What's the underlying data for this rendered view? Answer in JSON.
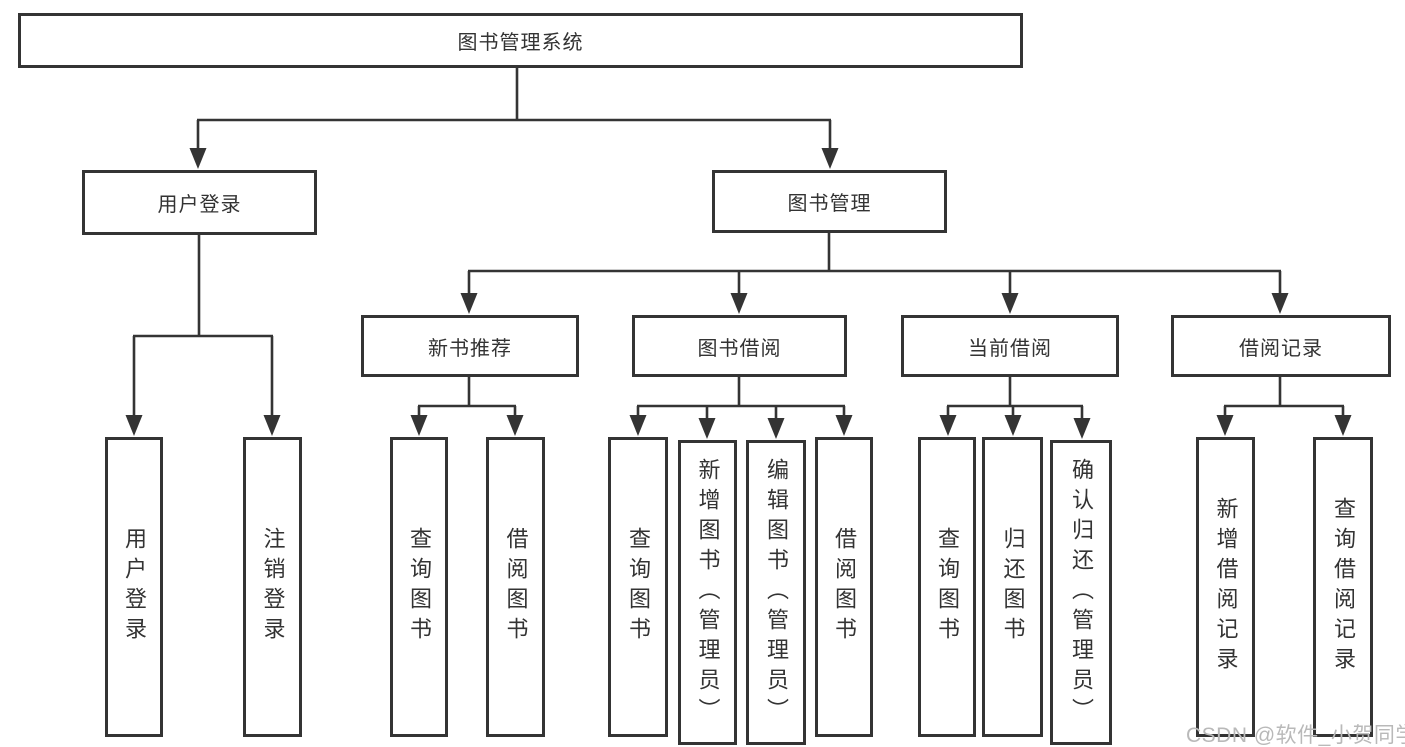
{
  "diagram": {
    "title": "图书管理系统",
    "level2": {
      "user_login": "用户登录",
      "book_mgmt": "图书管理"
    },
    "level3": {
      "recommend": "新书推荐",
      "borrow": "图书借阅",
      "current": "当前借阅",
      "records": "借阅记录"
    },
    "leaves": {
      "user": [
        "用户登录",
        "注销登录"
      ],
      "recommend": [
        "查询图书",
        "借阅图书"
      ],
      "borrow": [
        "查询图书",
        "新增图书（管理员）",
        "编辑图书（管理员）",
        "借阅图书"
      ],
      "current": [
        "查询图书",
        "归还图书",
        "确认归还（管理员）"
      ],
      "records": [
        "新增借阅记录",
        "查询借阅记录"
      ]
    }
  },
  "watermark": {
    "text": "CSDN @软件_小贺同学"
  },
  "colors": {
    "line": "#343434",
    "text": "#333333",
    "background": "#ffffff",
    "watermark": "#b9b9b9"
  }
}
